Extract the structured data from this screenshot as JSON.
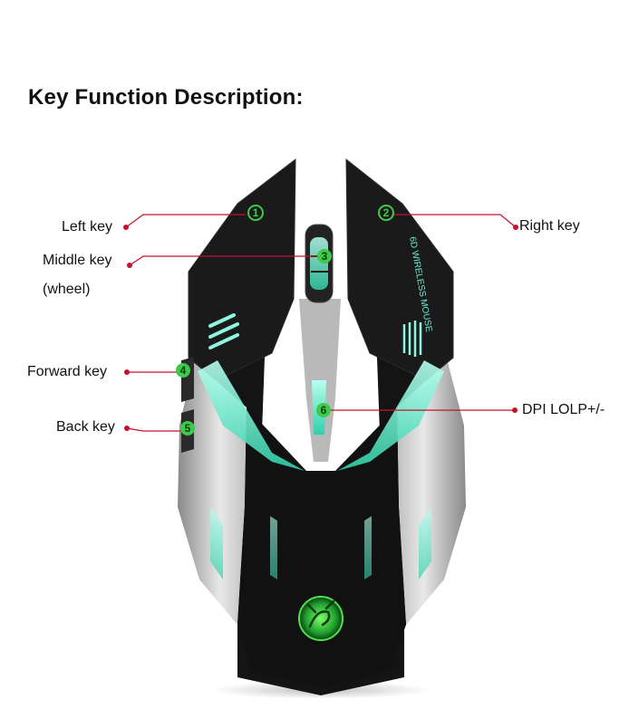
{
  "title": "Key Function Description:",
  "labels": {
    "left_key": "Left key",
    "right_key": "Right key",
    "middle_key_line1": "Middle key",
    "middle_key_line2": "(wheel)",
    "forward_key": "Forward key",
    "back_key": "Back key",
    "dpi": "DPI LOLP+/-"
  },
  "badges": [
    "1",
    "2",
    "3",
    "4",
    "5",
    "6"
  ],
  "mouse_side_text": "6D WIRELESS MOUSE",
  "colors": {
    "leader_line": "#c8102e",
    "badge_green": "#3ec94a",
    "glow": "#8ff5e0",
    "body": "#141414",
    "silver": "#cfcfcf"
  }
}
